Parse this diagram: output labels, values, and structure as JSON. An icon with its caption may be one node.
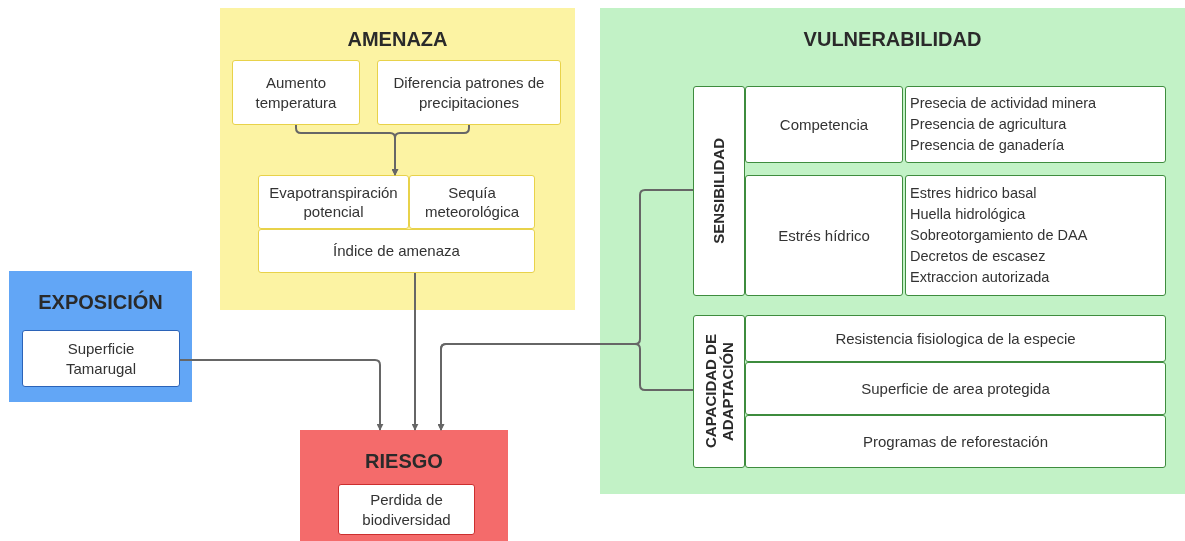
{
  "diagram": {
    "nodes": [
      {
        "text": [
          "AMENAZA"
        ]
      },
      {
        "text": [
          "Aumento temperatura"
        ],
        "in": 0
      },
      {
        "text": [
          "Diferencia patrones de precipitaciones"
        ],
        "in": 0
      },
      {
        "text": [
          "Evapotranspiración potencial"
        ],
        "in": 0
      },
      {
        "text": [
          "Sequía meteorológica"
        ],
        "in": 0
      },
      {
        "text": [
          "Índice de amenaza"
        ],
        "in": 0
      },
      {
        "text": [
          "EXPOSICIÓN"
        ]
      },
      {
        "text": [
          "Superficie Tamarugal"
        ],
        "in": 6
      },
      {
        "text": [
          "RIESGO"
        ]
      },
      {
        "text": [
          "Perdida de biodiversidad"
        ],
        "in": 8
      },
      {
        "text": [
          "VULNERABILIDAD"
        ]
      },
      {
        "text": [
          "SENSIBILIDAD"
        ],
        "in": 10
      },
      {
        "text": [
          "Competencia"
        ],
        "in": 10
      },
      {
        "text": [
          "Presecia de actividad minera",
          "Presencia de agricultura",
          "Presencia de ganadería"
        ],
        "in": 10
      },
      {
        "text": [
          "Estrés hídrico"
        ],
        "in": 10
      },
      {
        "text": [
          "Estres hidrico basal",
          "Huella hidrológica",
          "Sobreotorgamiento de DAA",
          "Decretos de escasez",
          "Extraccion autorizada"
        ],
        "in": 10
      },
      {
        "text": [
          "CAPACIDAD DE ADAPTACIÓN"
        ],
        "in": 10
      },
      {
        "text": [
          "Resistencia fisiologica de la especie"
        ],
        "in": 10
      },
      {
        "text": [
          "Superficie de area protegida"
        ],
        "in": 10
      },
      {
        "text": [
          "Programas de reforestación"
        ],
        "in": 10
      }
    ],
    "edges": [
      {
        "from": 1,
        "to": 3,
        "arrow": "to"
      },
      {
        "from": 2,
        "to": 3,
        "arrow": "to"
      },
      {
        "from": 5,
        "to": 8,
        "arrow": "to"
      },
      {
        "from": 7,
        "to": 8,
        "arrow": "to"
      },
      {
        "from": 11,
        "to": 8,
        "arrow": "to"
      },
      {
        "from": 16,
        "to": 8,
        "arrow": "to"
      }
    ]
  }
}
